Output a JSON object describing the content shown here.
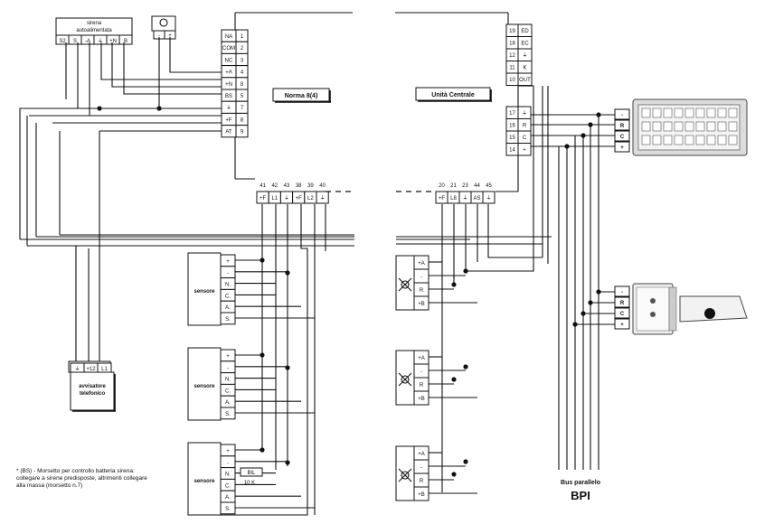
{
  "siren": {
    "title": "sirena autoalimentata",
    "terminals": [
      "S2",
      "S",
      "-A",
      "⏚",
      "+N",
      "B"
    ]
  },
  "power_terminals": [
    "-",
    "+"
  ],
  "norma": {
    "title": "Norma 8(4)",
    "left_terminals": [
      {
        "label": "NA",
        "num": "1"
      },
      {
        "label": "COM",
        "num": "2"
      },
      {
        "label": "NC",
        "num": "3"
      },
      {
        "label": "+A",
        "num": "4"
      },
      {
        "label": "+N",
        "num": "8"
      },
      {
        "label": "BS",
        "num": "5"
      },
      {
        "label": "⏚",
        "num": "7"
      },
      {
        "label": "+F",
        "num": "8"
      },
      {
        "label": "AT",
        "num": "9"
      }
    ],
    "bottom_terminals": [
      {
        "num": "41",
        "label": "+F"
      },
      {
        "num": "42",
        "label": "L1"
      },
      {
        "num": "43",
        "label": "⏚"
      },
      {
        "num": "38",
        "label": "+F"
      },
      {
        "num": "39",
        "label": "L2"
      },
      {
        "num": "40",
        "label": "⏚"
      }
    ]
  },
  "unita": {
    "title": "Unità Centrale",
    "top_terminals": [
      {
        "num": "19",
        "label": "ED"
      },
      {
        "num": "18",
        "label": "EC"
      },
      {
        "num": "12",
        "label": "⏚"
      },
      {
        "num": "11",
        "label": "K"
      },
      {
        "num": "10",
        "label": "OUT"
      }
    ],
    "bus_terminals": [
      {
        "num": "17",
        "label": "⏚"
      },
      {
        "num": "16",
        "label": "R"
      },
      {
        "num": "15",
        "label": "C"
      },
      {
        "num": "14",
        "label": "+"
      }
    ],
    "bottom_terminals": [
      {
        "num": "20",
        "label": "+F"
      },
      {
        "num": "21",
        "label": "L8"
      },
      {
        "num": "23",
        "label": "⏚"
      },
      {
        "num": "44",
        "label": "AS"
      },
      {
        "num": "45",
        "label": "⏚"
      }
    ]
  },
  "keypad_terminals": [
    "-",
    "R",
    "C",
    "+"
  ],
  "reader_terminals": [
    "-",
    "R",
    "C",
    "+"
  ],
  "sensors": [
    {
      "label": "sensore",
      "terminals": [
        "+",
        "-",
        "N.",
        "C.",
        "A.",
        "S."
      ]
    },
    {
      "label": "sensore",
      "terminals": [
        "+",
        "-",
        "N.",
        "C.",
        "A.",
        "S."
      ]
    },
    {
      "label": "sensore",
      "terminals": [
        "+",
        "-",
        "N.",
        "C.",
        "A.",
        "S."
      ]
    }
  ],
  "resistor_label": "10 K",
  "bil_label": "BIL",
  "detectors": [
    {
      "terminals": [
        "+A",
        "-",
        "R",
        "+B"
      ]
    },
    {
      "terminals": [
        "+A",
        "-",
        "R",
        "+B"
      ]
    },
    {
      "terminals": [
        "+A",
        "-",
        "R",
        "+B"
      ]
    }
  ],
  "dialer": {
    "title": "avvisatore telefonico",
    "terminals": [
      "⏚",
      "+12",
      "L1"
    ]
  },
  "bus": {
    "label": "Bus parallelo",
    "name": "BPI"
  },
  "footnote": "* (BS) - Morsetto per controllo batteria sirena: collegare a sirene predisposte, altrimenti collegare alla massa (morsetto n.7)"
}
